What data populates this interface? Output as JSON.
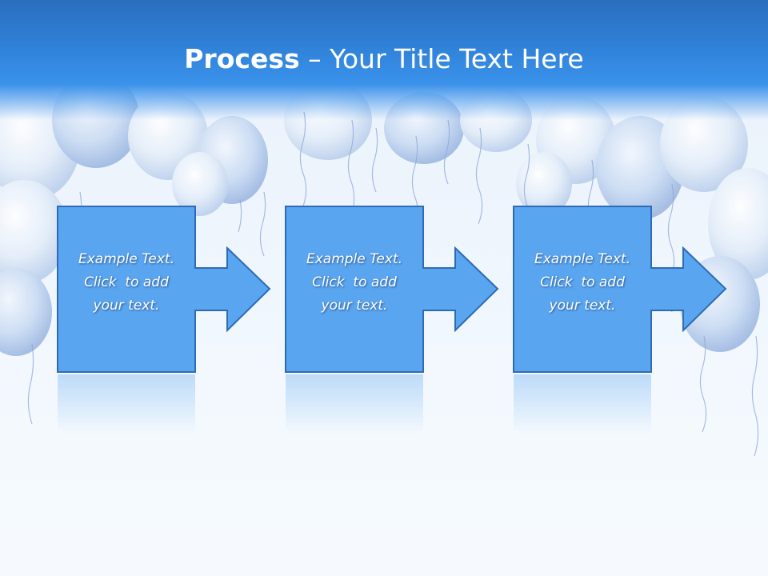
{
  "title": {
    "strong": "Process",
    "rest": " – Your Title Text Here"
  },
  "steps": [
    {
      "lines": [
        "Example Text.",
        "Click  to add",
        "your text."
      ]
    },
    {
      "lines": [
        "Example Text.",
        "Click  to add",
        "your text."
      ]
    },
    {
      "lines": [
        "Example Text.",
        "Click  to add",
        "your text."
      ]
    }
  ],
  "colors": {
    "title_bar": "#2f7fd6",
    "step_fill": "#5aa5f0",
    "step_stroke": "#2e6bb4",
    "title_text": "#ffffff"
  }
}
